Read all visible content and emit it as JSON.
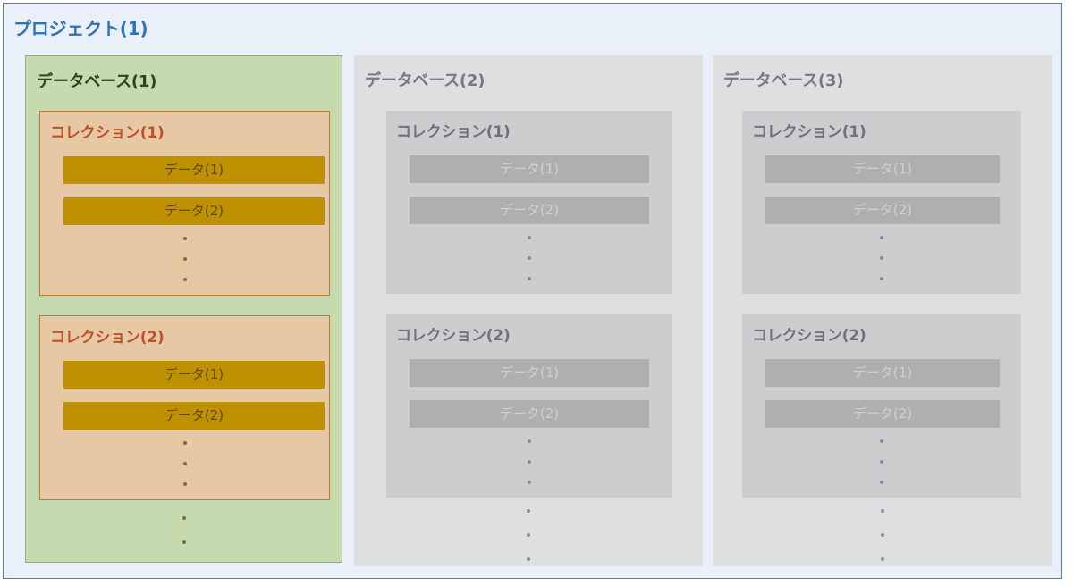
{
  "project": {
    "title": "プロジェクト(1)",
    "title_color": "#2e74b5",
    "frame_fill": "#eaf0f9",
    "frame_border": "#4a7ebb"
  },
  "labels": {
    "ellipsis_dot": ""
  },
  "databases": [
    {
      "id": "database-1",
      "title": "データベース(1)",
      "state": "highlighted",
      "fill": "#c5dbaf",
      "border": "#94ab7f",
      "title_color": "#2b4419",
      "collections": [
        {
          "id": "collection-1",
          "title": "コレクション(1)",
          "fill": "#e6c9a4",
          "border": "#c07b32",
          "title_color": "#c0502a",
          "data": [
            {
              "label": "データ(1)",
              "fill": "#bf9000",
              "text_color": "#5e4a06"
            },
            {
              "label": "データ(2)",
              "fill": "#bf9000",
              "text_color": "#5e4a06"
            }
          ],
          "more_indicator": "vertical-ellipsis"
        },
        {
          "id": "collection-2",
          "title": "コレクション(2)",
          "fill": "#e6c9a4",
          "border": "#c07b32",
          "title_color": "#c0502a",
          "data": [
            {
              "label": "データ(1)",
              "fill": "#bf9000",
              "text_color": "#5e4a06"
            },
            {
              "label": "データ(2)",
              "fill": "#bf9000",
              "text_color": "#5e4a06"
            }
          ],
          "more_indicator": "vertical-ellipsis"
        }
      ],
      "more_indicator": "vertical-ellipsis"
    },
    {
      "id": "database-2",
      "title": "データベース(2)",
      "state": "dimmed",
      "fill": "#dedfe1",
      "border": "none",
      "title_color": "#767a7d",
      "collections": [
        {
          "id": "collection-1",
          "title": "コレクション(1)",
          "fill": "#cccdcf",
          "border": "none",
          "title_color": "#6f7376",
          "data": [
            {
              "label": "データ(1)",
              "fill": "#aeafb0",
              "text_color": "#cfd0d1"
            },
            {
              "label": "データ(2)",
              "fill": "#aeafb0",
              "text_color": "#cfd0d1"
            }
          ],
          "more_indicator": "vertical-ellipsis"
        },
        {
          "id": "collection-2",
          "title": "コレクション(2)",
          "fill": "#cccdcf",
          "border": "none",
          "title_color": "#6f7376",
          "data": [
            {
              "label": "データ(1)",
              "fill": "#aeafb0",
              "text_color": "#cfd0d1"
            },
            {
              "label": "データ(2)",
              "fill": "#aeafb0",
              "text_color": "#cfd0d1"
            }
          ],
          "more_indicator": "vertical-ellipsis"
        }
      ],
      "more_indicator": "vertical-ellipsis"
    },
    {
      "id": "database-3",
      "title": "データベース(3)",
      "state": "dimmed",
      "fill": "#dedfe1",
      "border": "none",
      "title_color": "#767a7d",
      "collections": [
        {
          "id": "collection-1",
          "title": "コレクション(1)",
          "fill": "#cccdcf",
          "border": "none",
          "title_color": "#6f7376",
          "data": [
            {
              "label": "データ(1)",
              "fill": "#aeafb0",
              "text_color": "#cfd0d1"
            },
            {
              "label": "データ(2)",
              "fill": "#aeafb0",
              "text_color": "#cfd0d1"
            }
          ],
          "more_indicator": "vertical-ellipsis"
        },
        {
          "id": "collection-2",
          "title": "コレクション(2)",
          "fill": "#cccdcf",
          "border": "none",
          "title_color": "#6f7376",
          "data": [
            {
              "label": "データ(1)",
              "fill": "#aeafb0",
              "text_color": "#cfd0d1"
            },
            {
              "label": "データ(2)",
              "fill": "#aeafb0",
              "text_color": "#cfd0d1"
            }
          ],
          "more_indicator": "vertical-ellipsis"
        }
      ],
      "more_indicator": "vertical-ellipsis"
    }
  ]
}
